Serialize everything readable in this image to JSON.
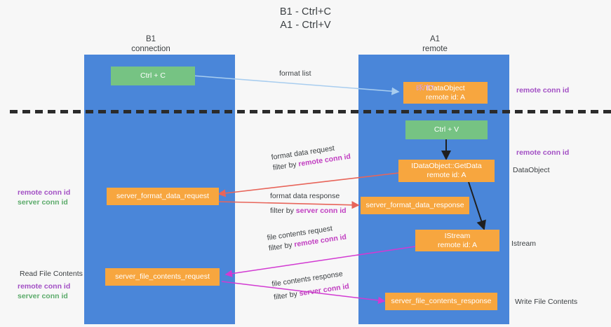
{
  "title": {
    "line1": "B1 - Ctrl+C",
    "line2": "A1 - Ctrl+V"
  },
  "lanes": [
    {
      "name": "B1",
      "role": "connection"
    },
    {
      "name": "A1",
      "role": "remote"
    }
  ],
  "colors": {
    "lane": "#4a86d9",
    "green_node": "#76c383",
    "orange_node": "#f7a63f",
    "purple_label": "#a24fc4",
    "green_label": "#5cab6b",
    "magenta_label": "#c13ec1",
    "blue_arrow": "#a8cdef",
    "red_arrow": "#e8655a",
    "magenta_arrow": "#d23ad2",
    "black_arrow": "#1f1f1f",
    "divider": "#2b2b2b",
    "background": "#f7f7f7"
  },
  "nodes": {
    "ctrl_c": {
      "label": "Ctrl + C",
      "kind": "green"
    },
    "idataobject": {
      "label": "IDataObject",
      "sub": "remote id: A",
      "glitch": "l乑/卞7",
      "kind": "orange"
    },
    "ctrl_v": {
      "label": "Ctrl + V",
      "kind": "green"
    },
    "getdata": {
      "label": "IDataObject::GetData",
      "sub": "remote id: A",
      "kind": "orange"
    },
    "server_format_data_request": {
      "label": "server_format_data_request",
      "kind": "orange"
    },
    "server_format_data_response": {
      "label": "server_format_data_response",
      "kind": "orange"
    },
    "istream": {
      "label": "IStream",
      "sub": "remote id: A",
      "kind": "orange"
    },
    "server_file_contents_request": {
      "label": "server_file_contents_request",
      "kind": "orange"
    },
    "server_file_contents_response": {
      "label": "server_file_contents_response",
      "kind": "orange"
    }
  },
  "edge_labels": {
    "format_list": "format list",
    "format_data_request": {
      "line1": "format data request",
      "filter_prefix": "filter by ",
      "filter_value": "remote conn id"
    },
    "format_data_response": {
      "line1": "format data response",
      "filter_prefix": "filter by ",
      "filter_value": "server conn id"
    },
    "file_contents_request": {
      "line1": "file contents request",
      "filter_prefix": "filter by ",
      "filter_value": "remote conn id"
    },
    "file_contents_response": {
      "line1": "file contents response",
      "filter_prefix": "filter by ",
      "filter_value": "server conn id"
    }
  },
  "annotations": {
    "right_remote_conn_id_top": "remote conn id",
    "right_remote_conn_id_mid": "remote conn id",
    "right_dataobject": "DataObject",
    "right_istream": "Istream",
    "right_write_file_contents": "Write File Contents",
    "left_read_file_contents": "Read File Contents",
    "left_pair_mid": {
      "purple": "remote conn id",
      "green": "server conn id"
    },
    "left_pair_bottom": {
      "purple": "remote conn id",
      "green": "server conn id"
    }
  }
}
